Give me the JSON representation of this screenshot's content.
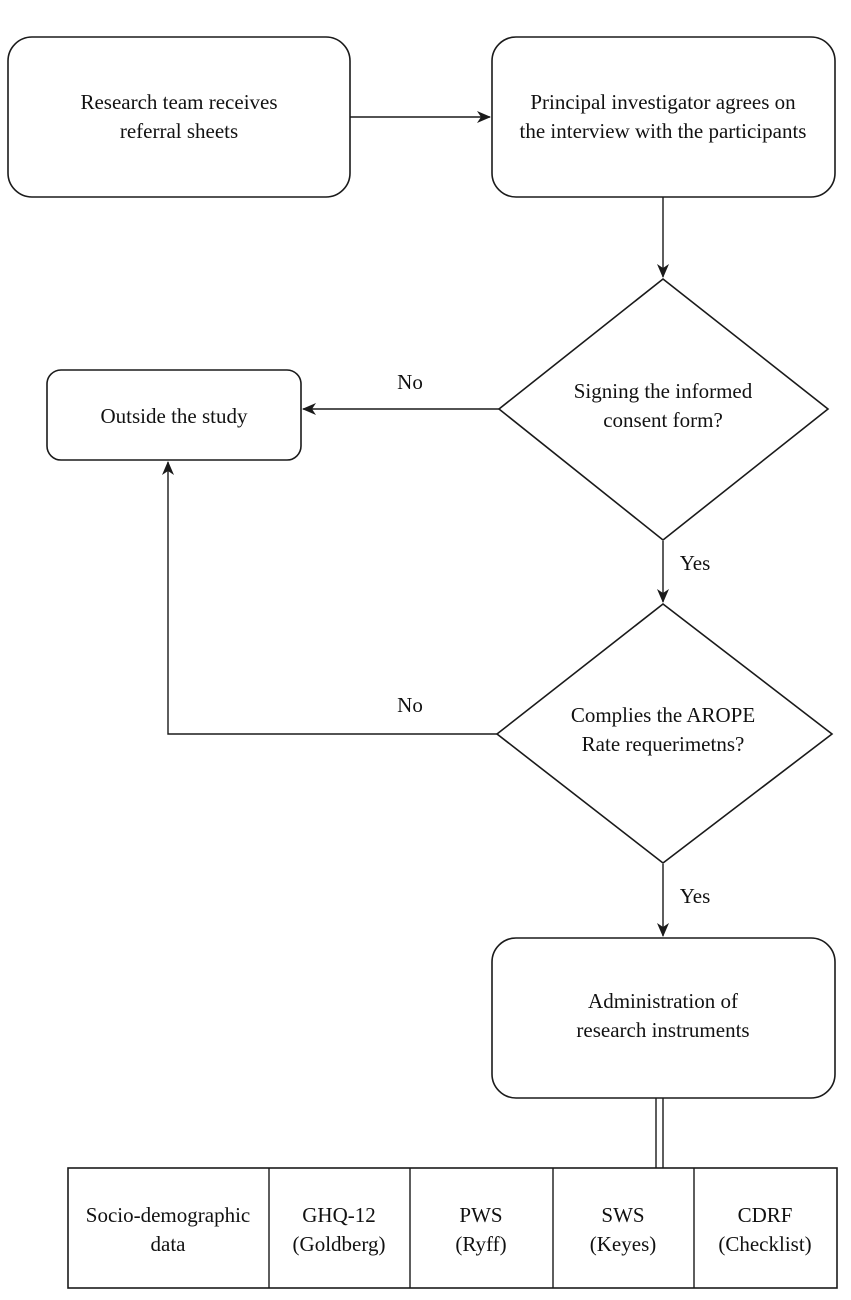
{
  "nodes": {
    "referral": {
      "line1": "Research team receives",
      "line2": "referral sheets"
    },
    "agree": {
      "line1": "Principal investigator agrees on",
      "line2": "the interview with the participants"
    },
    "consent": {
      "line1": "Signing the informed",
      "line2": "consent form?"
    },
    "outside": {
      "line1": "Outside the study"
    },
    "arope": {
      "line1": "Complies the AROPE",
      "line2": "Rate requerimetns?"
    },
    "administration": {
      "line1": "Administration of",
      "line2": "research instruments"
    }
  },
  "edge_labels": {
    "consent_no": "No",
    "consent_yes": "Yes",
    "arope_no": "No",
    "arope_yes": "Yes"
  },
  "instruments": [
    {
      "line1": "Socio-demographic",
      "line2": "data"
    },
    {
      "line1": "GHQ-12",
      "line2": "(Goldberg)"
    },
    {
      "line1": "PWS",
      "line2": "(Ryff)"
    },
    {
      "line1": "SWS",
      "line2": "(Keyes)"
    },
    {
      "line1": "CDRF",
      "line2": "(Checklist)"
    }
  ]
}
